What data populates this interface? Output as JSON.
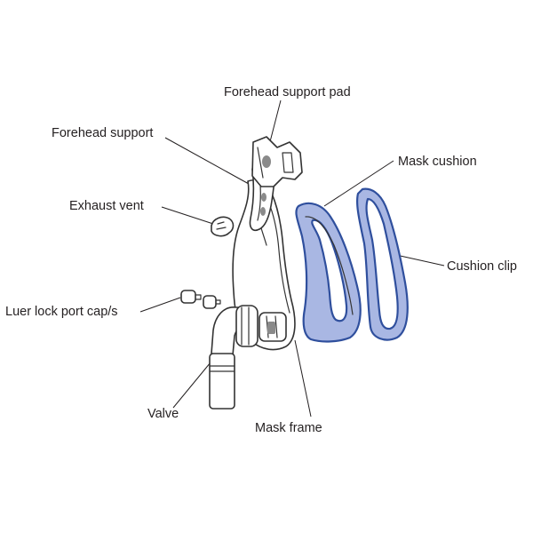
{
  "labels": {
    "forehead_support_pad": "Forehead support pad",
    "forehead_support": "Forehead support",
    "mask_cushion": "Mask cushion",
    "exhaust_vent": "Exhaust vent",
    "cushion_clip": "Cushion clip",
    "luer_lock_port_caps": "Luer lock port cap/s",
    "valve": "Valve",
    "mask_frame": "Mask frame"
  },
  "colors": {
    "cushion_fill": "#a9b7e3",
    "cushion_stroke": "#2f4f9d",
    "line": "#231f20"
  }
}
